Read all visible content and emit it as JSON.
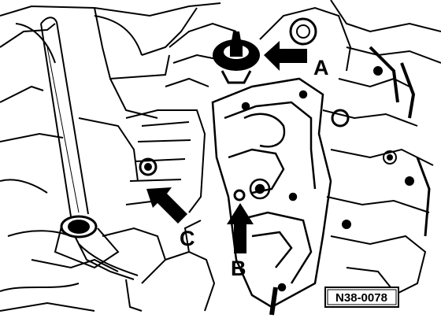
{
  "callouts": {
    "a": "A",
    "b": "B",
    "c": "C"
  },
  "figure_ref": "N38-0078",
  "colors": {
    "ink": "#000000",
    "paper": "#ffffff"
  }
}
